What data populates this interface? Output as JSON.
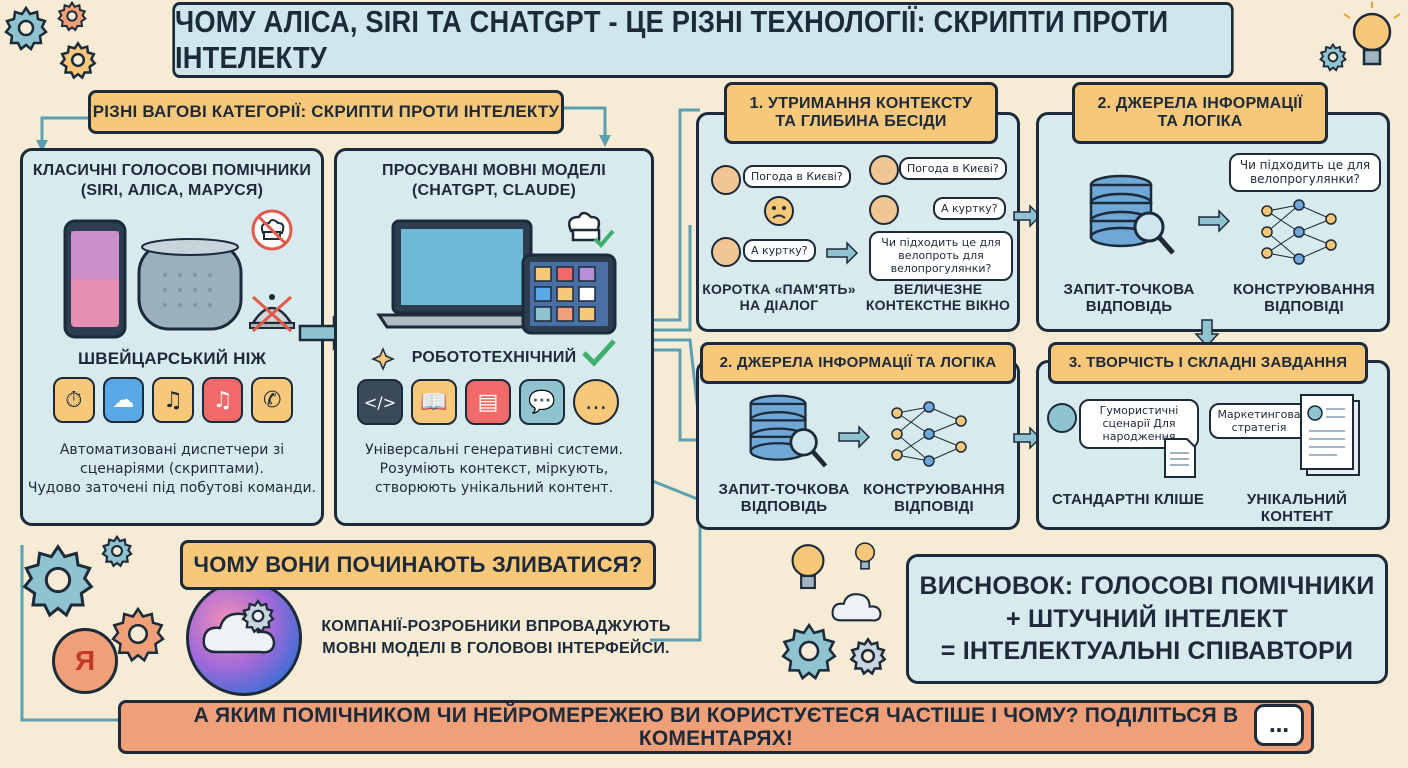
{
  "title": "Чому Аліса, Siri та ChatGPT - це різні технології: скрипти проти інтелекту",
  "section_tag": "Різні вагові категорії: скрипти проти інтелекту",
  "classic": {
    "title_line1": "Класичні голосові помічники",
    "title_line2": "(Siri, Аліса, Маруся)",
    "metaphor": "Швейцарський ніж",
    "caption_line1": "Автоматизовані диспетчери зі",
    "caption_line2": "сценаріями (скриптами).",
    "caption_line3": "Чудово заточені під побутові команди."
  },
  "advanced": {
    "title_line1": "Просувані мовні моделі",
    "title_line2": "(ChatGPT, Claude)",
    "metaphor": "Робототехнічний",
    "caption_line1": "Універсальні генеративні системи.",
    "caption_line2": "Розуміють контекст, міркують,",
    "caption_line3": "створюють унікальний контент."
  },
  "context_panel": {
    "tag_line1": "1. Утримання контексту",
    "tag_line2": "та глибина бесіди",
    "bubble_weather_left": "Погода в Києві?",
    "bubble_jacket_left": "А куртку?",
    "bubble_weather_right": "Погода в Києві?",
    "bubble_jacket_right": "А куртку?",
    "bubble_bike_right": "Чи підходить це для велопроть для велопрогулянки?",
    "left_label_line1": "Коротка «пам'ять»",
    "left_label_line2": "на діалог",
    "right_label_line1": "Величезне",
    "right_label_line2": "контекстне вікно"
  },
  "sources_panel_top": {
    "tag_line1": "2. Джерела інформації",
    "tag_line2": "та логіка",
    "bubble": "Чи підходить це для велопрогулянки?",
    "left_label_line1": "Запит-точкова",
    "left_label_line2": "відповідь",
    "right_label_line1": "Конструювання",
    "right_label_line2": "відповіді"
  },
  "sources_panel_bottom": {
    "tag": "2. Джерела інформації та логіка",
    "left_label_line1": "Запит-точкова",
    "left_label_line2": "відповідь",
    "right_label_line1": "Конструювання",
    "right_label_line2": "відповіді"
  },
  "creative_panel": {
    "tag": "3. Творчість і складні завдання",
    "bubble_left": "Гумористичні сценарії Для народження",
    "bubble_right": "Маркетингова стратегія",
    "left_label": "Стандартні кліше",
    "right_label": "Унікальний контент"
  },
  "merge": {
    "tag": "Чому вони починають зливатися?",
    "text_line1": "Компанії-розробники впроваджують",
    "text_line2": "мовні моделі в головові інтерфейси."
  },
  "conclusion": {
    "line1": "Висновок: Голосові помічники",
    "line2": "+ Штучний інтелект",
    "line3": "= Інтелектуальні співавтори"
  },
  "footer": "А яким помічником чи нейромережею ви користуєтеся частіше і чому? Поділіться в коментарях!",
  "colors": {
    "background": "#f6ecd6",
    "panel": "#d8eaee",
    "tag": "#f7c77a",
    "footer": "#f0a078",
    "outline": "#1d2a3a",
    "arrow": "#5b9fb0"
  },
  "icons": [
    "gear-icon",
    "lightbulb-icon",
    "smartphone-icon",
    "smart-speaker-icon",
    "laptop-icon",
    "tablet-icon",
    "chef-hat-icon",
    "cloche-icon",
    "timer-icon",
    "weather-icon",
    "music-icon",
    "phone-icon",
    "code-icon",
    "book-icon",
    "chart-icon",
    "chat-icon",
    "database-icon",
    "magnifier-icon",
    "neural-network-icon",
    "document-icon",
    "cloud-icon",
    "chat-bubble-icon",
    "yandex-icon"
  ]
}
